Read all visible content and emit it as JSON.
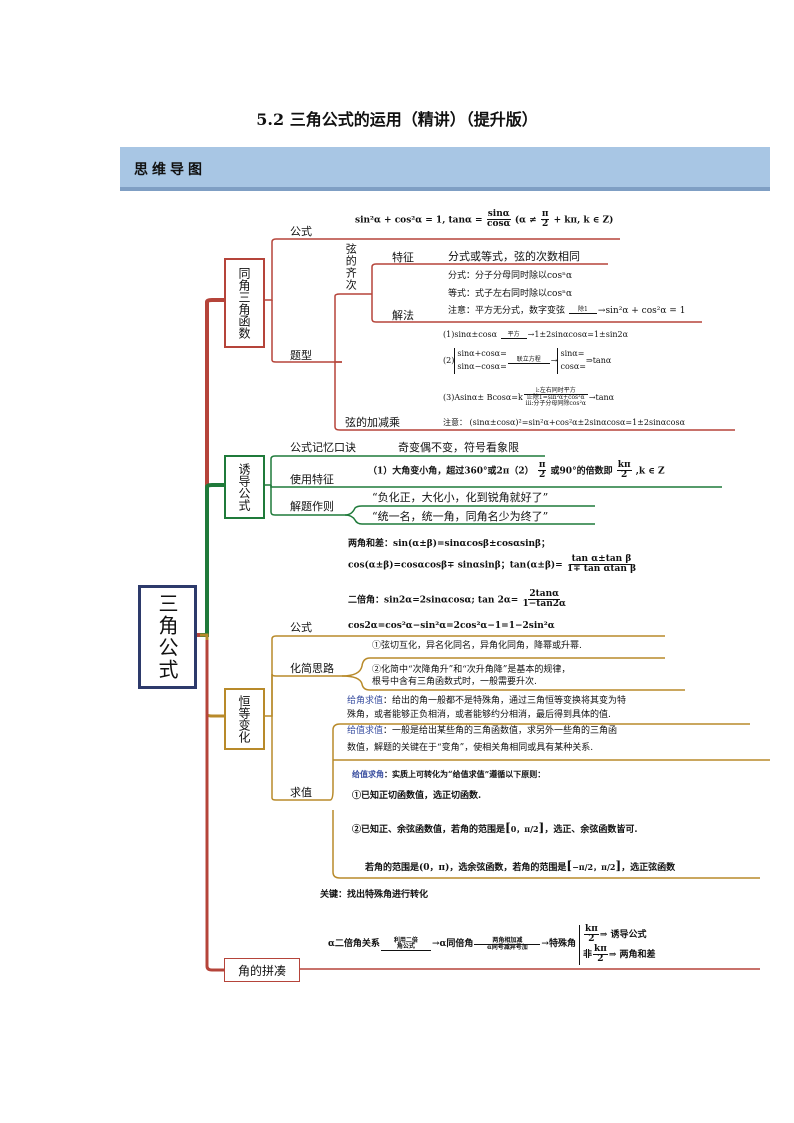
{
  "title": "5.2  三角公式的运用（精讲）（提升版）",
  "banner": "思维导图",
  "colors": {
    "banner": "#a8c6e4",
    "red": "#b5443a",
    "green": "#1f7a3a",
    "orange": "#b88a2a",
    "root_border": "#2d3a6b"
  },
  "root": "三角公式",
  "branch1": {
    "label": "同角三角函数",
    "formula_label": "公式",
    "formula_a": "sin²α + cos²α = 1, tanα =",
    "formula_num": "sinα",
    "formula_den": "cosα",
    "formula_b": "(α ≠",
    "formula_pi": "π",
    "formula_2": "2",
    "formula_c": "+ kπ, k ∈ Z)",
    "qici": "弦的齐次",
    "tezheng": "特征",
    "tezheng_text": "分式或等式，弦的次数相同",
    "jiefa": "解法",
    "jiefa_1": "分式：分子分母同时除以cosⁿα",
    "jiefa_2": "等式：式子左右同时除以cosⁿα",
    "jiefa_3a": "注意：平方无分式，数字变弦",
    "jiefa_3arrow": "除1",
    "jiefa_3b": "sin²α + cos²α = 1",
    "tixing": "题型",
    "t1a": "(1)sinα±cosα",
    "t1arrow": "平方",
    "t1b": "1±2sinαcosα=1±sin2α",
    "t2_label": "(2)",
    "t2_l1": "sinα+cosα=",
    "t2_l2": "sinα−cosα=",
    "t2arrow": "联立方程",
    "t2_r1": "sinα=",
    "t2_r2": "cosα=",
    "t2_res": "⇒tanα",
    "t3a": "(3)Asinα± Bcosα=k",
    "t3arrow_top": "i:左右同时平方",
    "t3arrow_b1": "ii:除1=sin²α+cos²α",
    "t3arrow_b2": "iii:分子分母同除cos²α",
    "t3b": "tanα",
    "jiajian": "弦的加减乘",
    "jiajian_text": "注意：  (sinα±cosα)²=sin²α+cos²α±2sinαcosα=1±2sinαcosα"
  },
  "branch2": {
    "label": "诱导公式",
    "mnemonic_label": "公式记忆口诀",
    "mnemonic": "奇变偶不变，符号看象限",
    "usage_label": "使用特征",
    "usage_a": "（1）大角变小角，超过360°或2π（2）",
    "usage_pi": "π",
    "usage_2": "2",
    "usage_b": "或90°的倍数即",
    "usage_kpi": "kπ",
    "usage_c": ",k ∈ Z",
    "rule_label": "解题作则",
    "rule_1": "“负化正，大化小，化到锐角就好了”",
    "rule_2": "“统一名，统一角，同角名少为终了”"
  },
  "branch3": {
    "label": "恒等变化",
    "sum_1": "两角和差：sin(α±β)=sinαcosβ±cosαsinβ；",
    "sum_2": "cos(α±β)=cosαcosβ∓ sinαsinβ；tan(α±β)=",
    "sum_num": "tan α±tan β",
    "sum_den": "1∓ tan αtan β",
    "double_a": "二倍角：sin2α=2sinαcosα; tan 2α=",
    "double_num": "2tanα",
    "double_den": "1−tan2α",
    "formula_label": "公式",
    "cos_double": "cos2α=cos²α−sin²α=2cos²α−1=1−2sin²α",
    "simplify_label": "化简思路",
    "simplify_1": "①弦切互化，异名化同名，异角化同角，降幂或升幂.",
    "simplify_2a": "②化简中“次降角升”和“次升角降”是基本的规律，",
    "simplify_2b": "根号中含有三角函数式时，一般需要升次.",
    "value_label": "求值",
    "v1_head": "给角求值",
    "v1_a": "：给出的角一般都不是特殊角，通过三角恒等变换将其变为特",
    "v1_b": "殊角，或者能够正负相消，或者能够约分相消，最后得到具体的值.",
    "v2_head": "给值求值",
    "v2_a": "：一般是给出某些角的三角函数值，求另外一些角的三角函",
    "v2_b": "数值，解题的关键在于“变角”，使相关角相同或具有某种关系.",
    "v3_head": "给值求角",
    "v3_a": "：实质上可转化为“给值求值”遵循以下原则：",
    "v3_1": "①已知正切函数值，选正切函数.",
    "v3_2a": "②已知正、余弦函数值，若角的范围是",
    "v3_2range": "0，π/2",
    "v3_2b": "，选正、余弦函数皆可.",
    "v3_3a": "若角的范围是(0，π)，选余弦函数，若角的范围是",
    "v3_3range": "−π/2，π/2",
    "v3_3b": "，选正弦函数"
  },
  "branch4": {
    "label": "角的拼凑",
    "key": "关键：找出特殊角进行转化",
    "c1": "α二倍角关系",
    "a1_top": "利用二倍",
    "a1_top2": "角公式",
    "c2": "α同倍角",
    "a2_top": "两角相加减",
    "a2_bot": "α同号减异号加",
    "c3": "特殊角",
    "r1_frac_num": "kπ",
    "r1_frac_den": "2",
    "r1": "⇒ 诱导公式",
    "r2_pre": "非",
    "r2": "⇒ 两角和差"
  }
}
